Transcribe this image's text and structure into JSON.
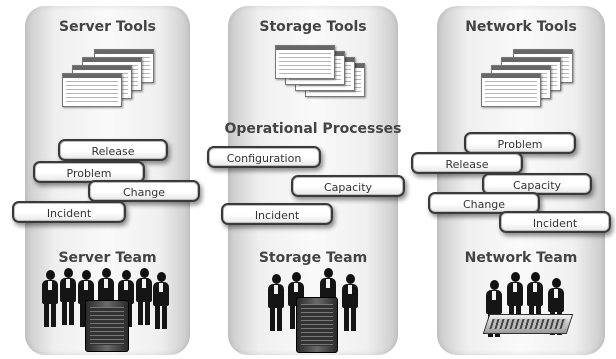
{
  "columns": {
    "server": {
      "tools_title": "Server Tools",
      "team_title": "Server Team"
    },
    "storage": {
      "tools_title": "Storage Tools",
      "team_title": "Storage Team",
      "processes_title": "Operational Processes"
    },
    "network": {
      "tools_title": "Network Tools",
      "team_title": "Network Team"
    }
  },
  "processes": {
    "server": [
      "Release",
      "Problem",
      "Change",
      "Incident"
    ],
    "storage": [
      "Configuration",
      "Capacity",
      "Incident"
    ],
    "network": [
      "Problem",
      "Release",
      "Capacity",
      "Change",
      "Incident"
    ]
  },
  "icons": {
    "tools": "application-window-stack-icon",
    "team": "people-silhouette-icon",
    "server_hardware": "server-tower-icon",
    "storage_hardware": "storage-array-icon",
    "network_hardware": "network-appliance-icon"
  }
}
